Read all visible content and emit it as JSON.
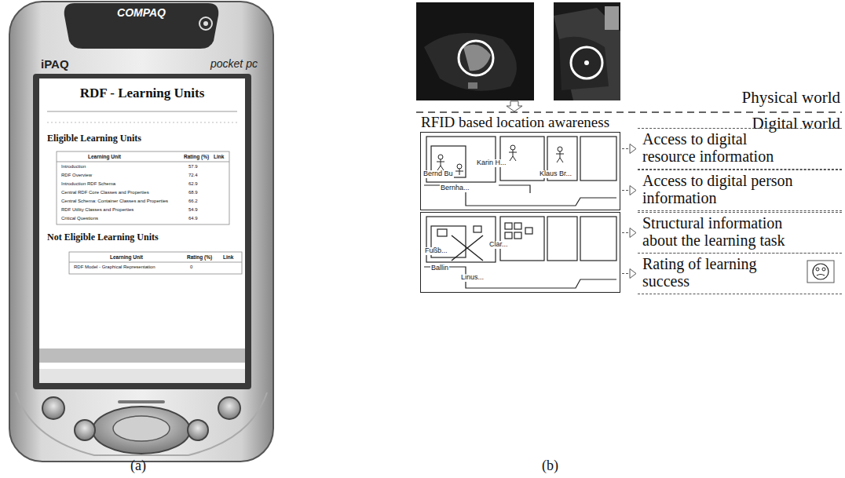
{
  "diagram": {
    "nodes": [
      {
        "text": [
          "Bernd Bu",
          "Karin H...",
          "Klaus Br...",
          "Bernha..."
        ]
      },
      {
        "text": [
          "Fußb...",
          "Ballin",
          "Linus...",
          "Clar..."
        ]
      },
      {
        "text": [
          "Access to digital resource information"
        ]
      },
      {
        "text": [
          "Access to digital person information"
        ]
      },
      {
        "text": [
          "Structural information about the learning task"
        ]
      },
      {
        "text": [
          "Rating of learning success"
        ]
      }
    ],
    "edges": [
      {
        "from": 0,
        "to": 2,
        "arrow": "to"
      },
      {
        "from": 0,
        "to": 3,
        "arrow": "to"
      },
      {
        "from": 1,
        "to": 4,
        "arrow": "to"
      },
      {
        "from": 1,
        "to": 5,
        "arrow": "to"
      }
    ],
    "labels": [
      "COMPAQ",
      "iPAQ",
      "pocket pc",
      "RDF - Learning Units",
      "Eligible Learning Units",
      "Learning Unit",
      "Rating (%)",
      "Link",
      "Introduction",
      "57.9",
      "RDF Overview",
      "72.4",
      "Introduction RDF Schema",
      "62.9",
      "Central RDF Core Classes and Properties",
      "68.9",
      "Central Schema: Container Classes and Properties",
      "66.2",
      "RDF Utility Classes and Properties",
      "54.9",
      "Critical Questions",
      "64.9",
      "Not Eligible Learning Units",
      "Learning Unit",
      "Rating (%)",
      "Link",
      "RDF Model - Graphical Representation",
      "0",
      "(a)",
      "Physical world",
      "RFID based location awareness",
      "Digital world",
      "(b)"
    ]
  }
}
